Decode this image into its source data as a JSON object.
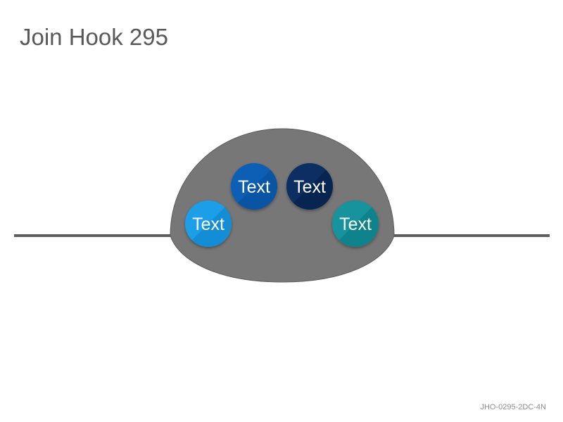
{
  "title": "Join Hook 295",
  "footer_code": "JHO-0295-2DC-4N",
  "colors": {
    "line": "#5f5f5f",
    "dome": "#777777",
    "dome_outline": "#5c5c5c"
  },
  "items": [
    {
      "label": "Text",
      "color": "#1a9ee8",
      "shade": "#0f7fc8"
    },
    {
      "label": "Text",
      "color": "#0a5fb5",
      "shade": "#084d94"
    },
    {
      "label": "Text",
      "color": "#082f63",
      "shade": "#051f45"
    },
    {
      "label": "Text",
      "color": "#13939c",
      "shade": "#0b767e"
    }
  ]
}
